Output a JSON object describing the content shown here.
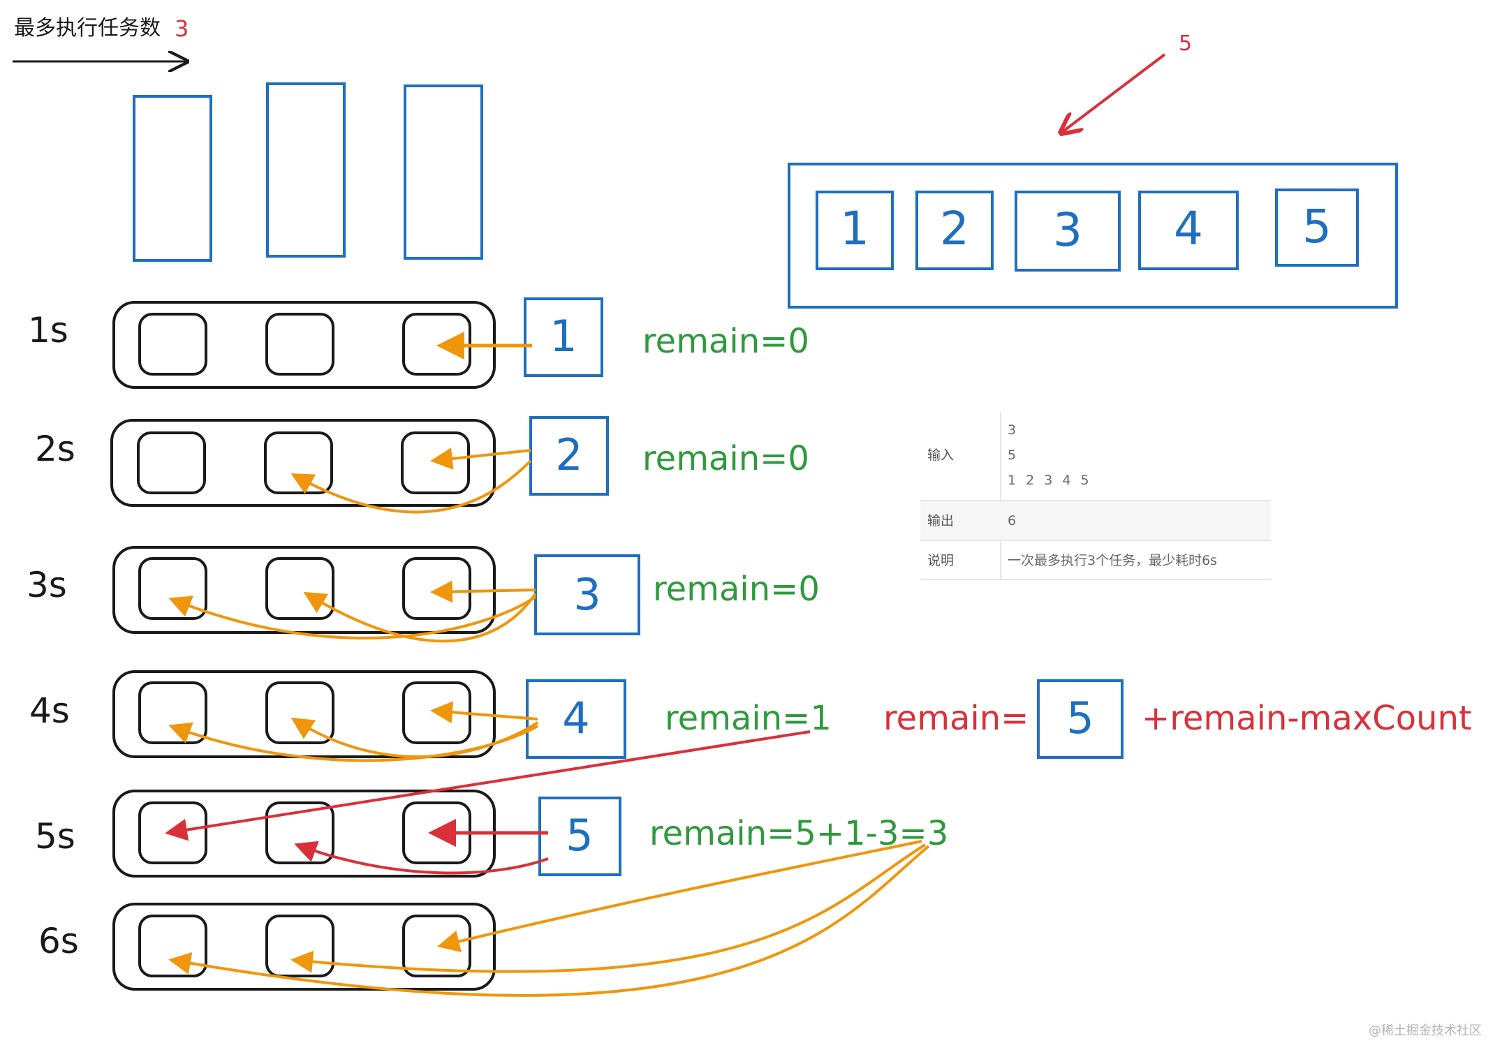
{
  "title": {
    "text": "最多执行任务数",
    "value": "3"
  },
  "incoming": {
    "count_label": "5"
  },
  "queue": {
    "tasks": [
      "1",
      "2",
      "3",
      "4",
      "5"
    ]
  },
  "rows": [
    {
      "time": "1s",
      "task": "1",
      "remain": "remain=0"
    },
    {
      "time": "2s",
      "task": "2",
      "remain": "remain=0"
    },
    {
      "time": "3s",
      "task": "3",
      "remain": "remain=0"
    },
    {
      "time": "4s",
      "task": "4",
      "remain": "remain=1"
    },
    {
      "time": "5s",
      "task": "5",
      "remain": "remain=5+1-3=3"
    },
    {
      "time": "6s",
      "task": "",
      "remain": ""
    }
  ],
  "formula": {
    "prefix": "remain=",
    "task": "5",
    "suffix": "+remain-maxCount"
  },
  "example": {
    "rows": [
      {
        "label": "输入",
        "lines": [
          "3",
          "5",
          "1 2 3 4 5"
        ]
      },
      {
        "label": "输出",
        "lines": [
          "6"
        ]
      },
      {
        "label": "说明",
        "lines": [
          "一次最多执行3个任务，最少耗时6s"
        ]
      }
    ]
  },
  "watermark": "@稀土掘金技术社区",
  "colors": {
    "blue": "#1e6fc0",
    "green": "#2e9a3c",
    "red": "#d9303a",
    "orange": "#f0960c",
    "black": "#1a1a1a"
  }
}
